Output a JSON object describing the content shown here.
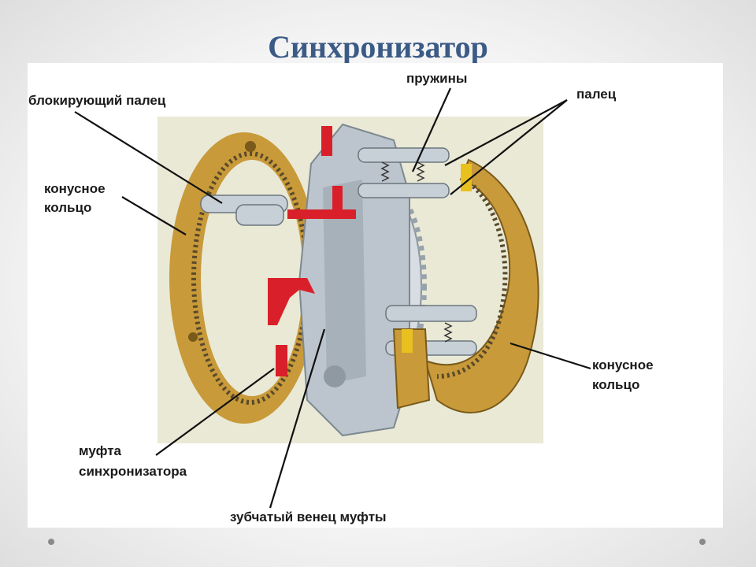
{
  "title": "Синхронизатор",
  "labels": {
    "springs": "пружины",
    "pin": "палец",
    "blocking_pin": "блокирующий палец",
    "cone_ring_left_line1": "конусное",
    "cone_ring_left_line2": "кольцо",
    "cone_ring_right_line1": "конусное",
    "cone_ring_right_line2": "кольцо",
    "sleeve_line1": "муфта",
    "sleeve_line2": "синхронизатора",
    "gear_rim": "зубчатый венец муфты"
  },
  "colors": {
    "title": "#3b5a86",
    "ring": "#c89a3a",
    "sleeve": "#b9c3cc",
    "section": "#d9202a",
    "background": "#e9e9d6"
  }
}
